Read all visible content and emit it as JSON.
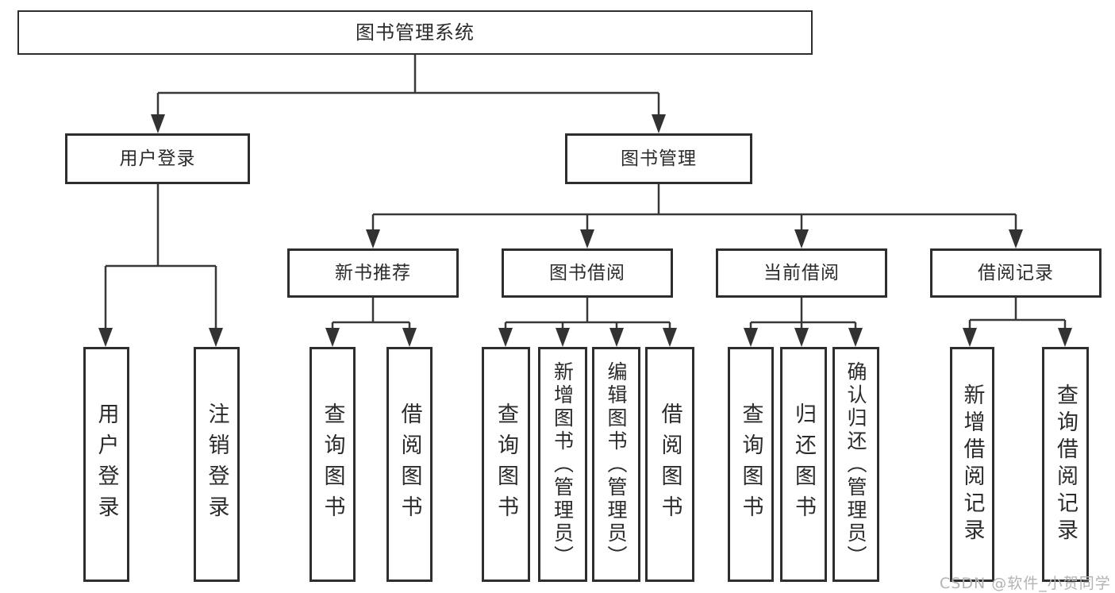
{
  "tree": {
    "label": "图书管理系统",
    "children": [
      {
        "label": "用户登录",
        "children": [
          {
            "label": "用户登录"
          },
          {
            "label": "注销登录"
          }
        ]
      },
      {
        "label": "图书管理",
        "children": [
          {
            "label": "新书推荐",
            "children": [
              {
                "label": "查询图书"
              },
              {
                "label": "借阅图书"
              }
            ]
          },
          {
            "label": "图书借阅",
            "children": [
              {
                "label": "查询图书"
              },
              {
                "label": "新增图书（管理员）"
              },
              {
                "label": "编辑图书（管理员）"
              },
              {
                "label": "借阅图书"
              }
            ]
          },
          {
            "label": "当前借阅",
            "children": [
              {
                "label": "查询图书"
              },
              {
                "label": "归还图书"
              },
              {
                "label": "确认归还（管理员）"
              }
            ]
          },
          {
            "label": "借阅记录",
            "children": [
              {
                "label": "新增借阅记录"
              },
              {
                "label": "查询借阅记录"
              }
            ]
          }
        ]
      }
    ]
  },
  "watermark": {
    "text": "CSDN @软件_小贺同学"
  },
  "colors": {
    "line": "#383838",
    "arrow_fill": "#323232",
    "box_border": "#2e2e2e",
    "text": "#2b2b2b",
    "watermark": "#b3b3b3",
    "background": "#ffffff"
  }
}
